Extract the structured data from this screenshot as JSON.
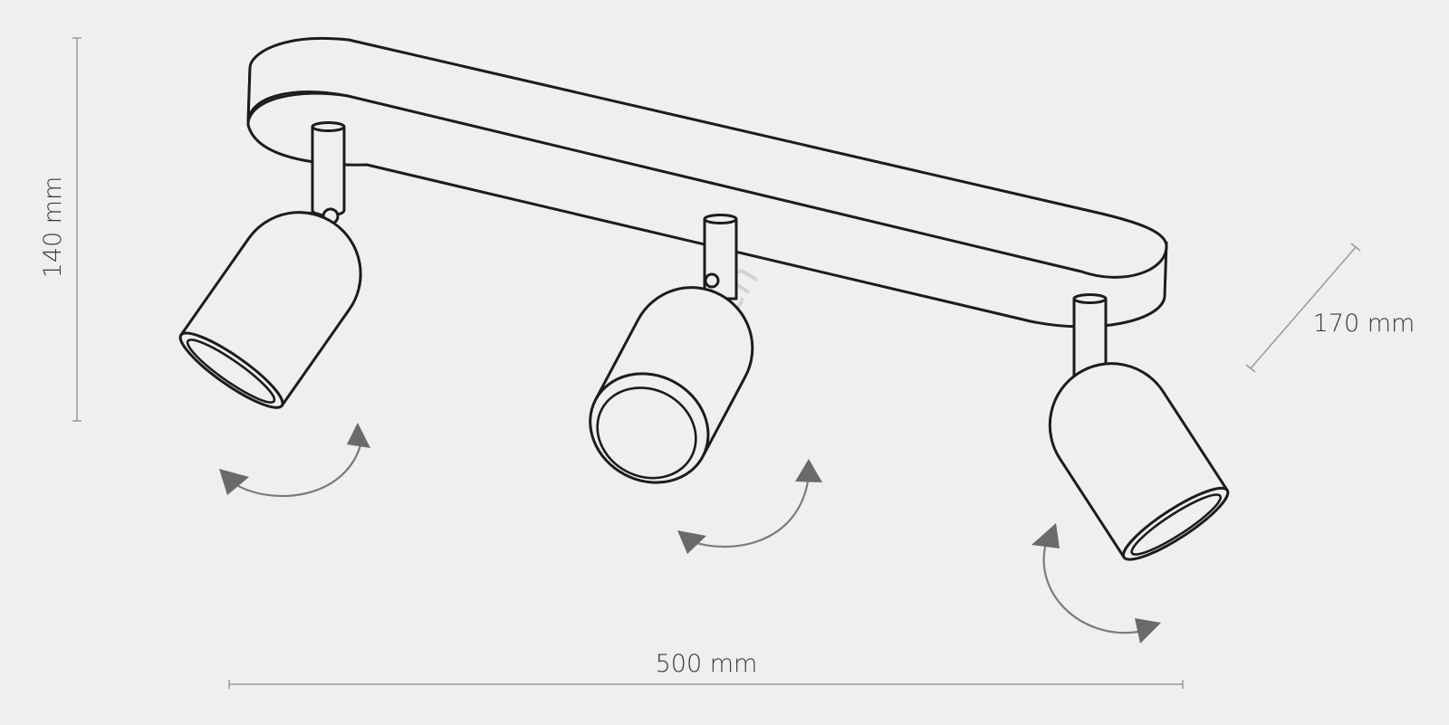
{
  "dimensions": {
    "height": "140 mm",
    "width": "500 mm",
    "depth": "170 mm"
  },
  "watermark": "alasans.ch",
  "colors": {
    "background": "#efefef",
    "outline": "#1c1c1c",
    "dimension_line": "#9a9a9a",
    "rotation_arrow": "#6a6a6a"
  },
  "icons": [
    "rotation-arrow-icon"
  ]
}
